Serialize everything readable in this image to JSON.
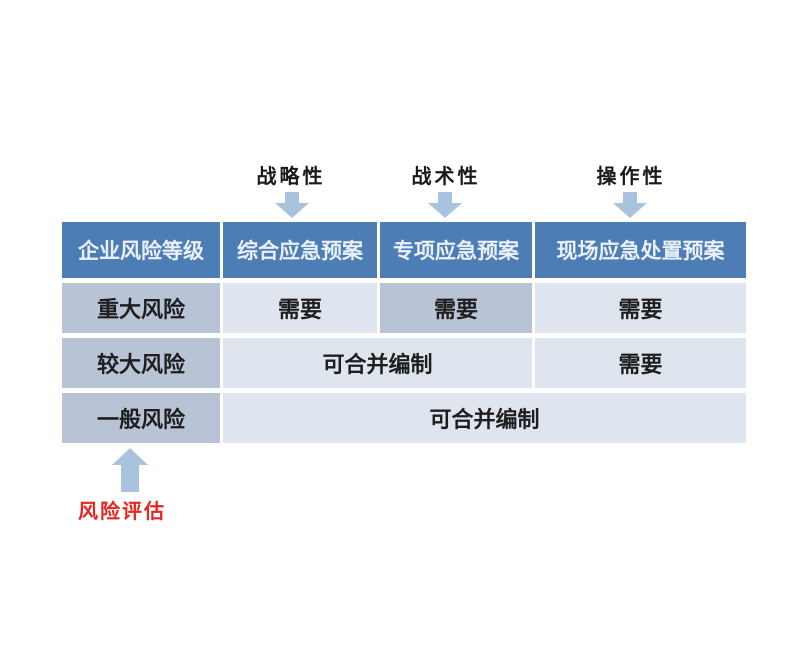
{
  "colors": {
    "background": "#ffffff",
    "header_bg": "#4d7db5",
    "header_text": "#e9f0f8",
    "dark_cell_bg": "#b9c3d6",
    "light_cell_bg": "#dfe5ef",
    "body_text": "#1e1e1e",
    "arrow_fill": "#a9c3de",
    "risk_label_color": "#e8241f"
  },
  "annotations": {
    "top_labels": [
      {
        "label": "战略性"
      },
      {
        "label": "战术性"
      },
      {
        "label": "操作性"
      }
    ],
    "bottom_label": "风险评估"
  },
  "table": {
    "headers": [
      "企业风险等级",
      "综合应急预案",
      "专项应急预案",
      "现场应急处置预案"
    ],
    "rows": [
      {
        "level": "重大风险",
        "cells": [
          {
            "text": "需要",
            "variant": "light",
            "colspan": 1
          },
          {
            "text": "需要",
            "variant": "dark",
            "colspan": 1
          },
          {
            "text": "需要",
            "variant": "light",
            "colspan": 1
          }
        ]
      },
      {
        "level": "较大风险",
        "cells": [
          {
            "text": "可合并编制",
            "variant": "light",
            "colspan": 2
          },
          {
            "text": "需要",
            "variant": "light",
            "colspan": 1
          }
        ]
      },
      {
        "level": "一般风险",
        "cells": [
          {
            "text": "可合并编制",
            "variant": "light",
            "colspan": 3
          }
        ]
      }
    ]
  }
}
